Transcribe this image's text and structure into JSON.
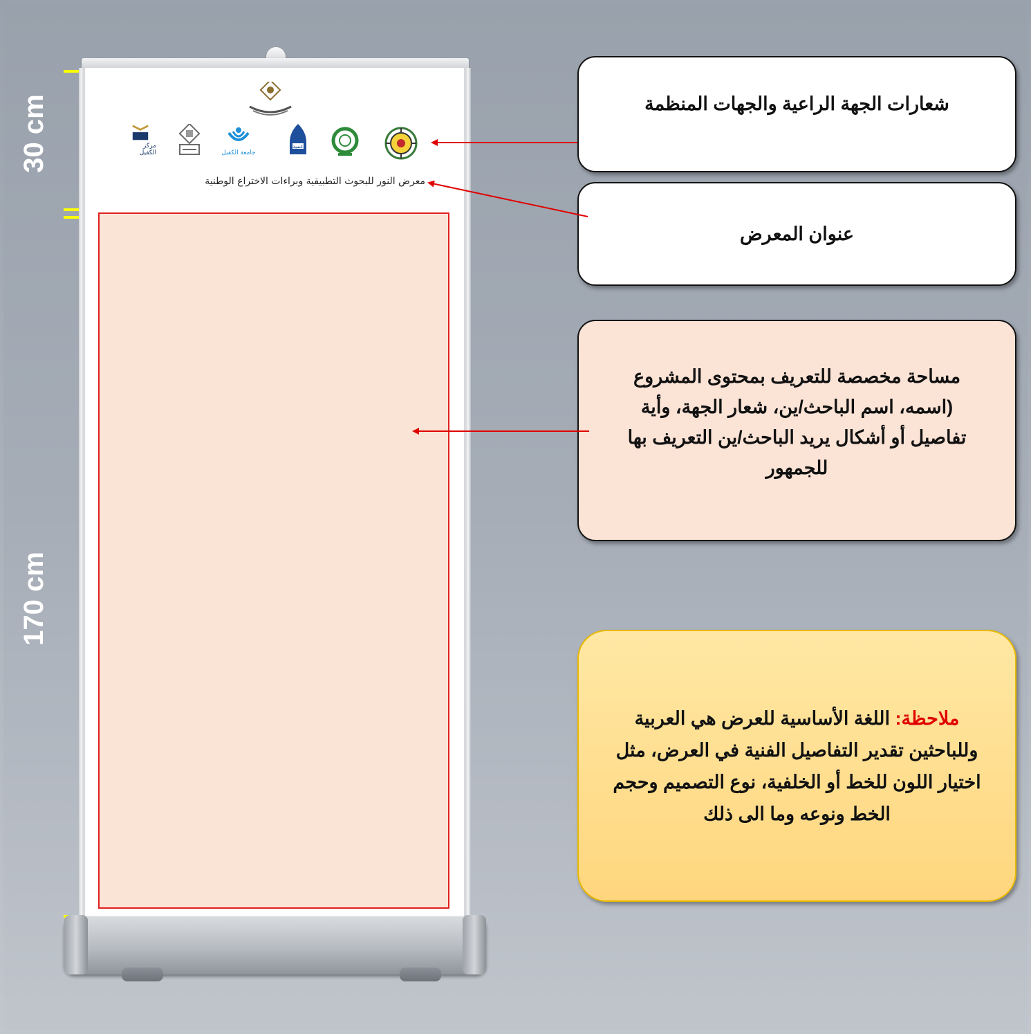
{
  "dimensions": {
    "top_label": "30 cm",
    "bottom_label": "170 cm"
  },
  "banner": {
    "exhibition_title": "معرض النور للبحوث التطبيقية وبراءات الاختراع الوطنية",
    "logos": [
      {
        "name": "header-emblem-logo",
        "icon": "emblem-icon",
        "color": "#8a6d2f"
      },
      {
        "name": "kafeel-center-logo",
        "icon": "kafeel-center-icon",
        "color": "#1b3a6b"
      },
      {
        "name": "university-logo-1",
        "icon": "grid-emblem-icon",
        "color": "#6b6b6b"
      },
      {
        "name": "alkafeel-university-logo",
        "icon": "wave-emblem-icon",
        "color": "#1e90d8"
      },
      {
        "name": "ameed-logo",
        "icon": "dome-emblem-icon",
        "color": "#1e4f9c"
      },
      {
        "name": "green-emblem-logo",
        "icon": "green-ring-icon",
        "color": "#2e8b3a"
      },
      {
        "name": "society-logo",
        "icon": "gear-emblem-icon",
        "color": "#3a7a3a"
      }
    ],
    "logo_labels": {
      "kafeel": "مركز الكفيل",
      "alkafeel_university": "جامعة الكفيل",
      "ameed": "عميد"
    }
  },
  "callouts": {
    "logos": "شعارات الجهة الراعية والجهات المنظمة",
    "title": "عنوان المعرض",
    "content": "مساحة مخصصة للتعريف بمحتوى المشروع (اسمه، اسم الباحث/ين، شعار الجهة، وأية تفاصيل أو أشكال يريد الباحث/ين التعريف بها للجمهور",
    "note_label": "ملاحظة:",
    "note_text": " اللغة الأساسية للعرض هي العربية وللباحثين تقدير التفاصيل الفنية في العرض، مثل اختيار اللون للخط أو الخلفية، نوع التصميم وحجم الخط ونوعه وما الى ذلك"
  },
  "colors": {
    "dimension_bracket": "#ffff00",
    "arrow": "#e00000",
    "content_area_fill": "#fae4d6",
    "note_fill": "#ffd67e"
  }
}
